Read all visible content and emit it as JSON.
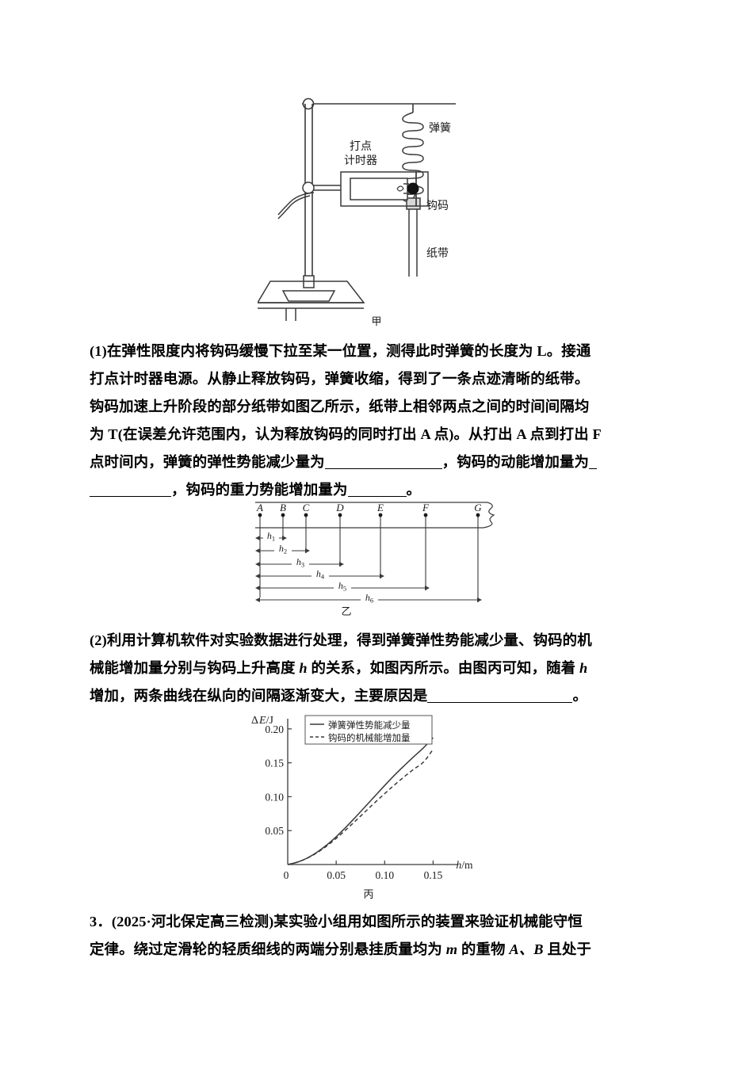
{
  "document": {
    "language": "zh-CN",
    "page_type": "physics-exercise"
  },
  "figure_jia": {
    "caption": "甲",
    "labels": {
      "spring": "弹簧",
      "weight": "钩码",
      "timer_line1": "打点",
      "timer_line2": "计时器",
      "tape": "纸带"
    }
  },
  "question1": {
    "segments": [
      "(1)在弹性限度内将钩码缓慢下拉至某一位置，测得此时弹簧的长度为 ",
      "L",
      "。接通打点计时器电源。从静止释放钩码，弹簧收缩，得到了一条点迹清晰的纸带。钩码加速上升阶段的部分纸带如图乙所示，纸带上相邻两点之间的时间间隔均为 ",
      "T",
      "(在误差允许范围内，认为释放钩码的同时打出 ",
      "A",
      " 点)。从打出 ",
      "A",
      " 点到打出 ",
      "F",
      " 点时间内，弹簧的弹性势能减少量为",
      "，钩码的动能增加量为",
      "，钩码的重力势能增加量为",
      "。"
    ],
    "line1": "(1)在弹性限度内将钩码缓慢下拉至某一位置，测得此时弹簧的长度为 L。接通",
    "line2": "打点计时器电源。从静止释放钩码，弹簧收缩，得到了一条点迹清晰的纸带。",
    "line3": "钩码加速上升阶段的部分纸带如图乙所示，纸带上相邻两点之间的时间间隔均",
    "line4": "为 T(在误差允许范围内，认为释放钩码的同时打出 A 点)。从打出 A 点到打出 F",
    "line5_a": "点时间内，弹簧的弹性势能减少量为",
    "line5_b": "，钩码的动能增加量为",
    "line6_a": "，钩码的重力势能增加量为",
    "line6_b": "。"
  },
  "figure_yi": {
    "caption": "乙",
    "points": [
      "A",
      "B",
      "C",
      "D",
      "E",
      "F",
      "G"
    ],
    "measurements": [
      "h₁",
      "h₂",
      "h₃",
      "h₄",
      "h₅",
      "h₆"
    ],
    "measurement_subs": [
      "1",
      "2",
      "3",
      "4",
      "5",
      "6"
    ]
  },
  "question2": {
    "line1": "(2)利用计算机软件对实验数据进行处理，得到弹簧弹性势能减少量、钩码的机",
    "line2_a": "械能增加量分别与钩码上升高度 ",
    "line2_italic": "h",
    "line2_b": " 的关系，如图丙所示。由图丙可知，随着 ",
    "line2_italic2": "h",
    "line3_a": "增加，两条曲线在纵向的间隔逐渐变大，主要原因是",
    "line3_b": "。"
  },
  "chart_data": {
    "type": "line",
    "title": "",
    "caption": "丙",
    "xlabel": "h/m",
    "ylabel": "ΔE/J",
    "ylabel_delta": "Δ",
    "ylabel_e": "E",
    "ylabel_unit": "/J",
    "xlim": [
      0,
      0.175
    ],
    "ylim": [
      0,
      0.215
    ],
    "xticks": [
      0,
      0.05,
      0.1,
      0.15
    ],
    "xtick_labels": [
      "0",
      "0.05",
      "0.10",
      "0.15"
    ],
    "yticks": [
      0.05,
      0.1,
      0.15,
      0.2
    ],
    "ytick_labels": [
      "0.05",
      "0.10",
      "0.15",
      "0.20"
    ],
    "grid": false,
    "legend_position": "top-left-inside",
    "x": [
      0,
      0.01,
      0.02,
      0.03,
      0.04,
      0.05,
      0.06,
      0.07,
      0.08,
      0.09,
      0.1,
      0.11,
      0.12,
      0.13,
      0.14,
      0.15
    ],
    "series": [
      {
        "name": "弹簧弹性势能减少量",
        "style": "solid",
        "color": "#3a3a3a",
        "values": [
          0,
          0.0035,
          0.0095,
          0.018,
          0.0285,
          0.041,
          0.055,
          0.07,
          0.0855,
          0.101,
          0.1165,
          0.1315,
          0.1455,
          0.159,
          0.172,
          0.187
        ]
      },
      {
        "name": "钩码的机械能增加量",
        "style": "dashed",
        "color": "#3a3a3a",
        "values": [
          0,
          0.0035,
          0.0093,
          0.0172,
          0.027,
          0.0385,
          0.0512,
          0.0645,
          0.078,
          0.0915,
          0.1045,
          0.1172,
          0.1292,
          0.1405,
          0.151,
          0.17
        ]
      }
    ]
  },
  "question3": {
    "number": "3．",
    "source": "(2025·河北保定高三检测)",
    "line1": "3．(2025·河北保定高三检测)某实验小组用如图所示的装置来验证机械能守恒",
    "line2_a": "定律。绕过定滑轮的轻质细线的两端分别悬挂质量均为 ",
    "line2_m": "m",
    "line2_b": " 的重物 ",
    "line2_ab": "A、B",
    "line2_c": " 且处于"
  }
}
